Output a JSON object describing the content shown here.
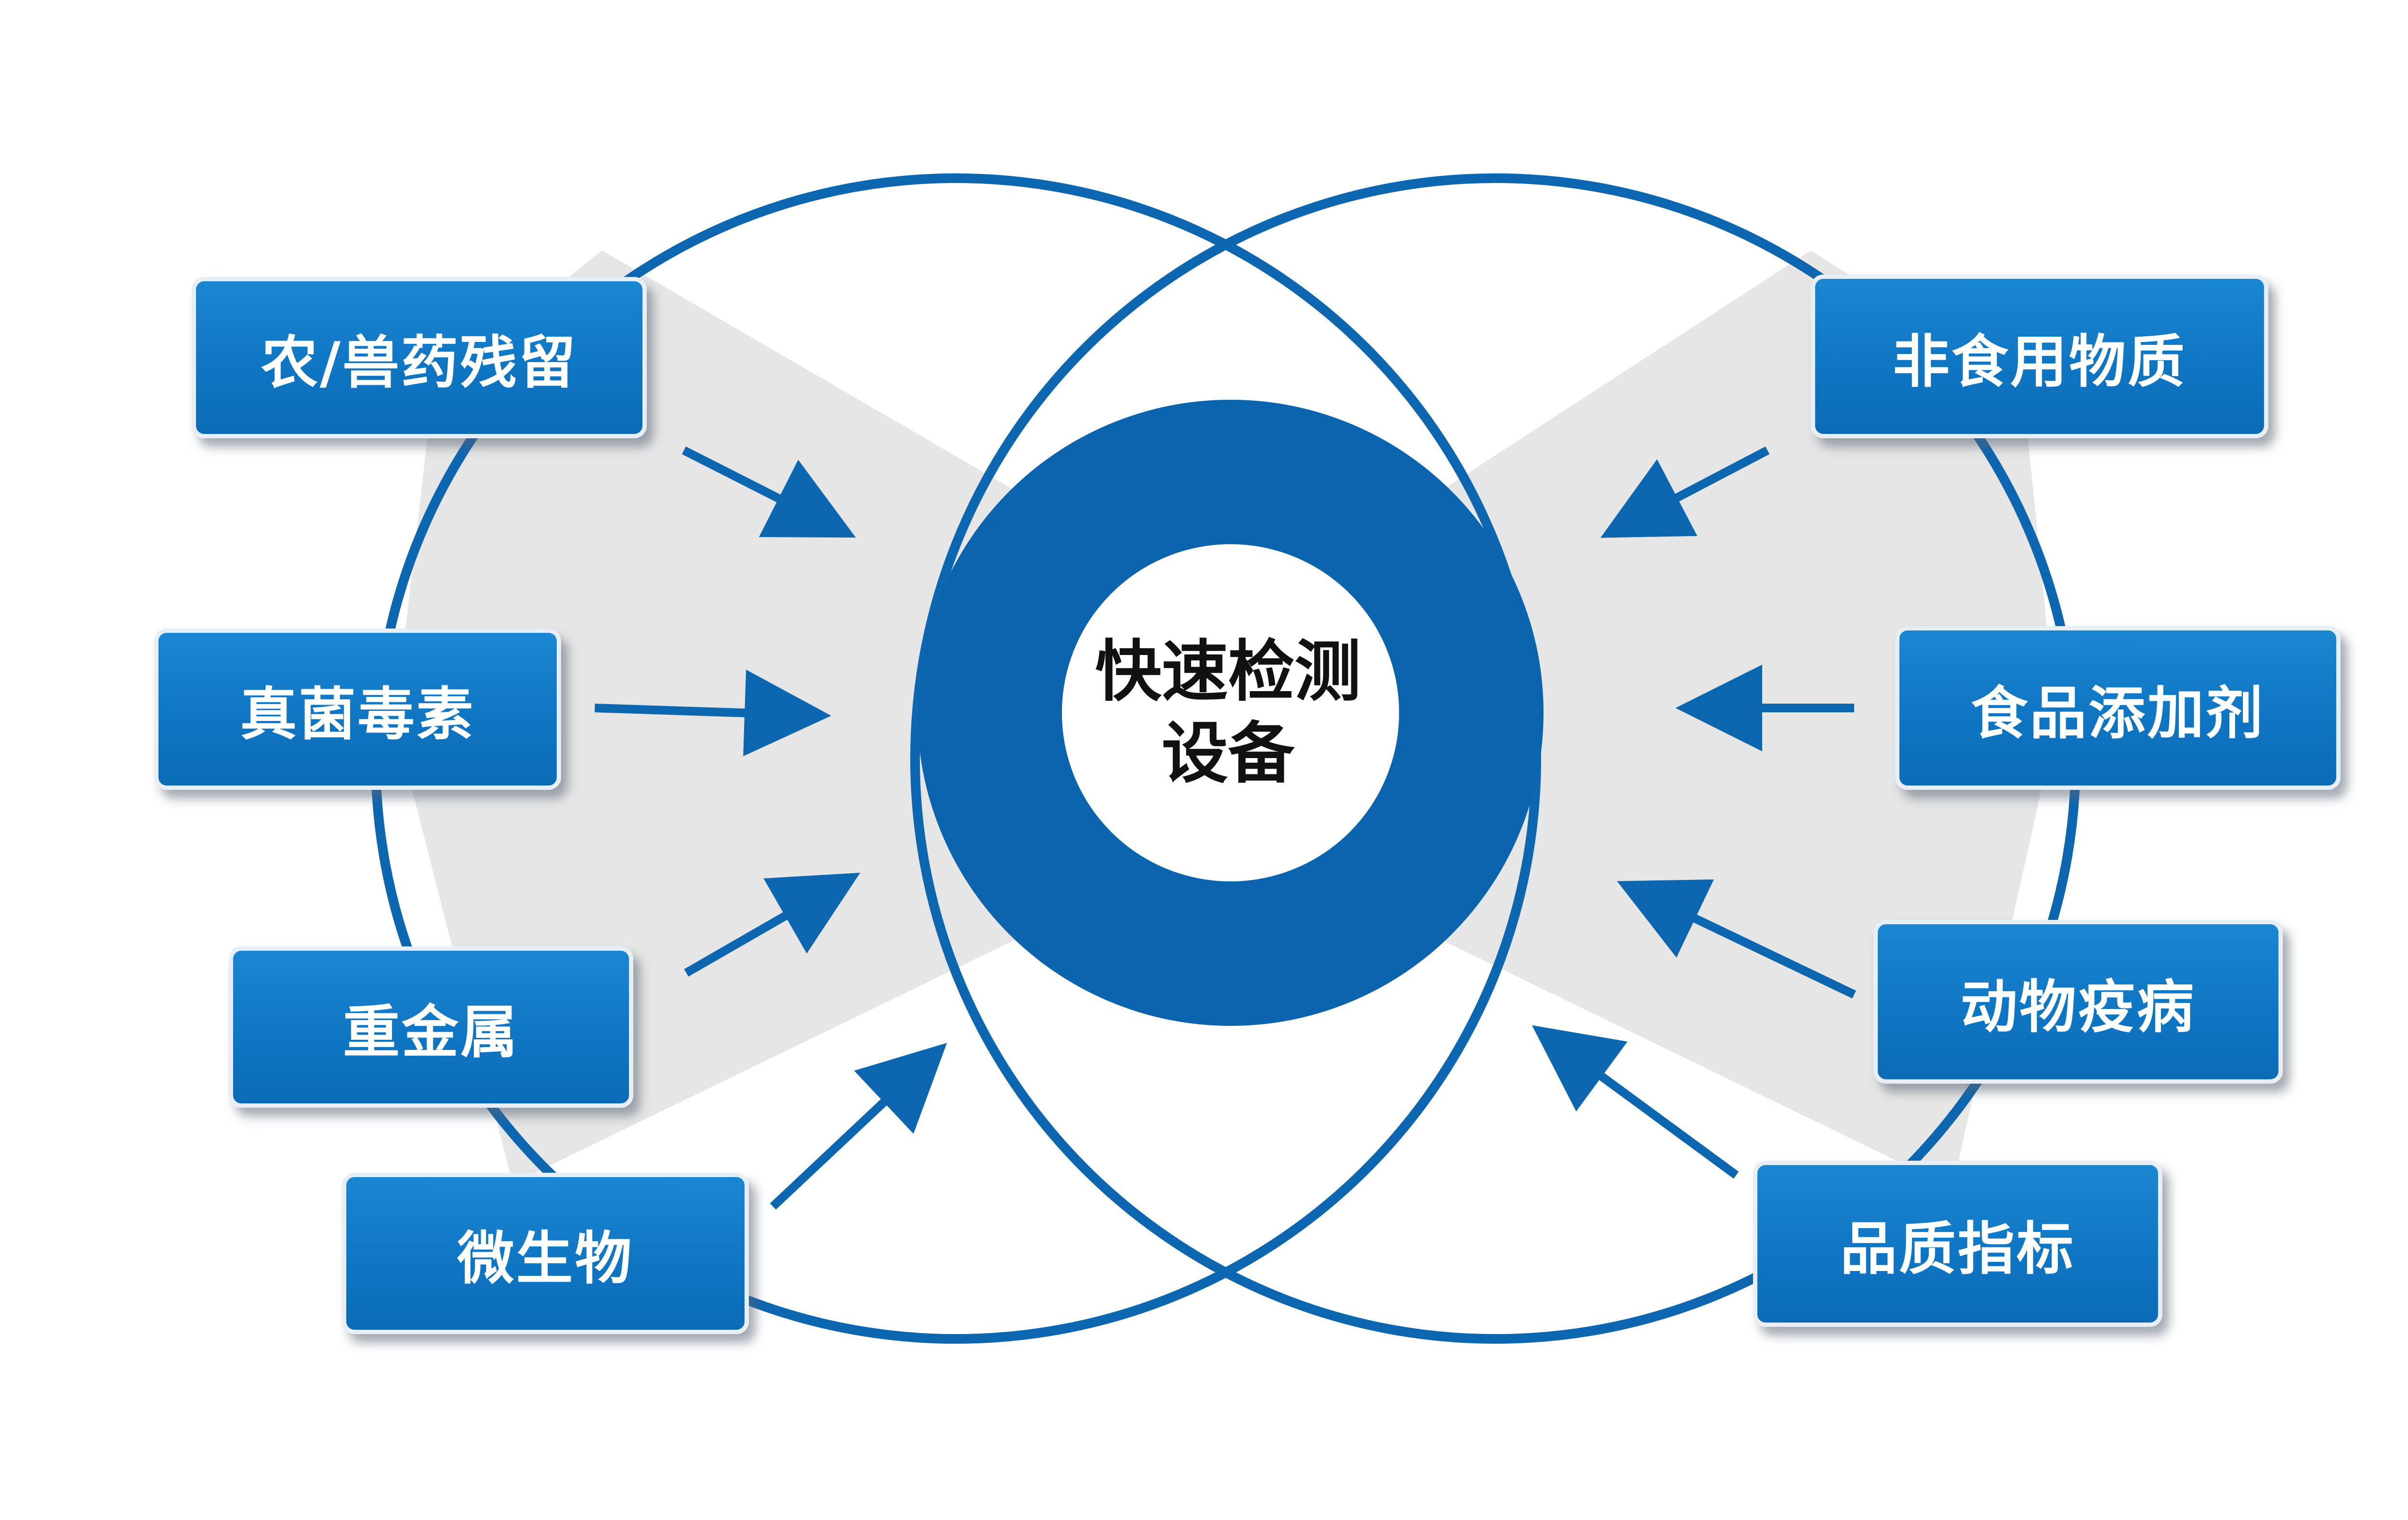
{
  "center": {
    "line1": "快速检测",
    "line2": "设备"
  },
  "left_items": [
    {
      "label": "农/兽药残留"
    },
    {
      "label": "真菌毒素"
    },
    {
      "label": "重金属"
    },
    {
      "label": "微生物"
    }
  ],
  "right_items": [
    {
      "label": "非食用物质"
    },
    {
      "label": "食品添加剂"
    },
    {
      "label": "动物疫病"
    },
    {
      "label": "品质指标"
    }
  ],
  "colors": {
    "primary_blue": "#0d66b0",
    "box_blue": "#1380cc",
    "ring_blue": "#0b64ad",
    "wedge_gray": "#e6e6e6"
  }
}
